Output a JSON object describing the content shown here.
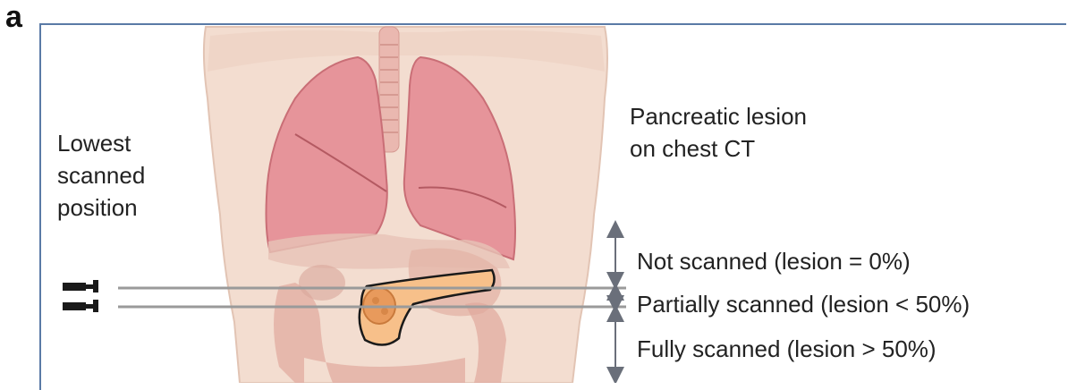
{
  "panel_label": "a",
  "left_label": {
    "lines": [
      "Lowest",
      "scanned",
      "position"
    ]
  },
  "top_right_label": {
    "lines": [
      "Pancreatic lesion",
      "on chest CT"
    ]
  },
  "categories": [
    {
      "label": "Not scanned (lesion = 0%)"
    },
    {
      "label": "Partially scanned (lesion < 50%)"
    },
    {
      "label": "Fully scanned (lesion > 50%)"
    }
  ],
  "colors": {
    "frame": "#5a7aa6",
    "skin": "#f3ddd0",
    "lung": "#e6949a",
    "pancreas": "#f7c08a",
    "lesion": "#e89a5c",
    "scan_line": "#9a9a9a",
    "arrow": "#6a6f7a"
  }
}
